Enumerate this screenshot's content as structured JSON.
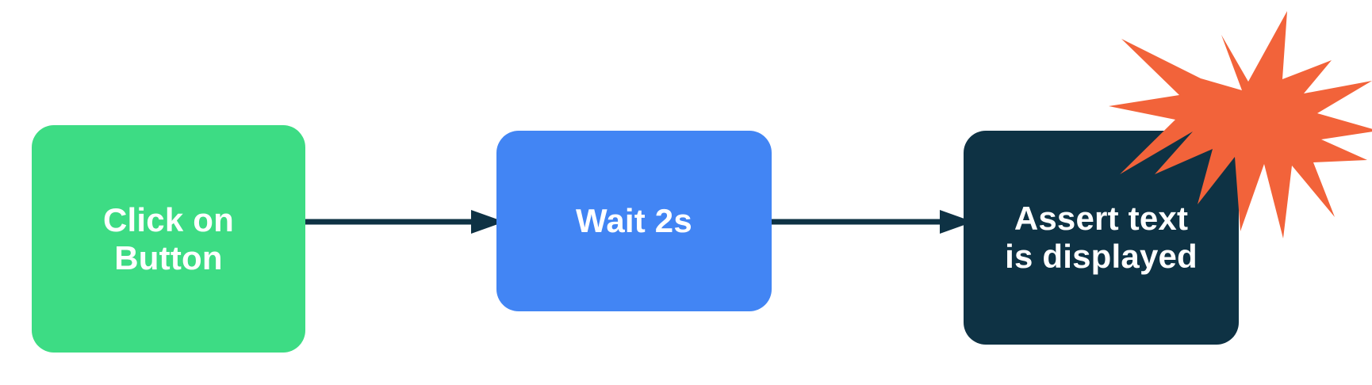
{
  "diagram": {
    "title": "test-step-flow",
    "background_color": "#ffffff",
    "nodes": [
      {
        "id": "click-on-button",
        "label": "Click on\nButton",
        "color": "#3DDC84",
        "text_color": "#ffffff"
      },
      {
        "id": "wait-2s",
        "label": "Wait 2s",
        "color": "#4285F4",
        "text_color": "#ffffff"
      },
      {
        "id": "assert-text-is-displayed",
        "label": "Assert text\nis displayed",
        "color": "#0E3244",
        "text_color": "#ffffff"
      }
    ],
    "connectors": [
      {
        "id": "click-to-wait",
        "from": "click-on-button",
        "to": "wait-2s",
        "color": "#0E3244",
        "style": "arrow"
      },
      {
        "id": "wait-to-assert",
        "from": "wait-2s",
        "to": "assert-text-is-displayed",
        "color": "#0E3244",
        "style": "arrow"
      }
    ],
    "decorations": [
      {
        "id": "starburst",
        "shape": "starburst",
        "color": "#F2633A",
        "attached_to": "assert-text-is-displayed"
      }
    ]
  }
}
